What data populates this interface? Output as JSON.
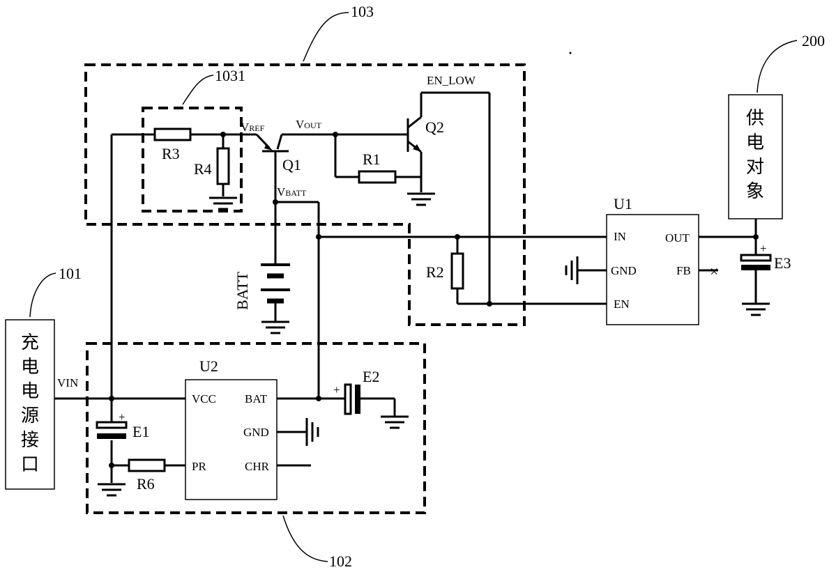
{
  "ref_labels": {
    "block_103": "103",
    "block_1031": "1031",
    "block_101": "101",
    "block_102": "102",
    "block_200": "200"
  },
  "signals": {
    "vref_main": "V",
    "vref_sub": "REF",
    "vout_main": "V",
    "vout_sub": "OUT",
    "vbatt_main": "V",
    "vbatt_sub": "BATT",
    "en_low": "EN_LOW",
    "vin": "VIN"
  },
  "components": {
    "r1": "R1",
    "r2": "R2",
    "r3": "R3",
    "r4": "R4",
    "r6": "R6",
    "q1": "Q1",
    "q2": "Q2",
    "batt": "BATT",
    "e1": "E1",
    "e2": "E2",
    "e3": "E3"
  },
  "u1": {
    "name": "U1",
    "pin_in": "IN",
    "pin_gnd": "GND",
    "pin_en": "EN",
    "pin_out": "OUT",
    "pin_fb": "FB"
  },
  "u2": {
    "name": "U2",
    "pin_vcc": "VCC",
    "pin_pr": "PR",
    "pin_bat": "BAT",
    "pin_gnd": "GND",
    "pin_chr": "CHR"
  },
  "charging_port": {
    "chars": [
      "充",
      "电",
      "电",
      "源",
      "接",
      "口"
    ]
  },
  "power_target": {
    "chars": [
      "供",
      "电",
      "对",
      "象"
    ]
  },
  "polarity": "+",
  "no_connect": "×"
}
